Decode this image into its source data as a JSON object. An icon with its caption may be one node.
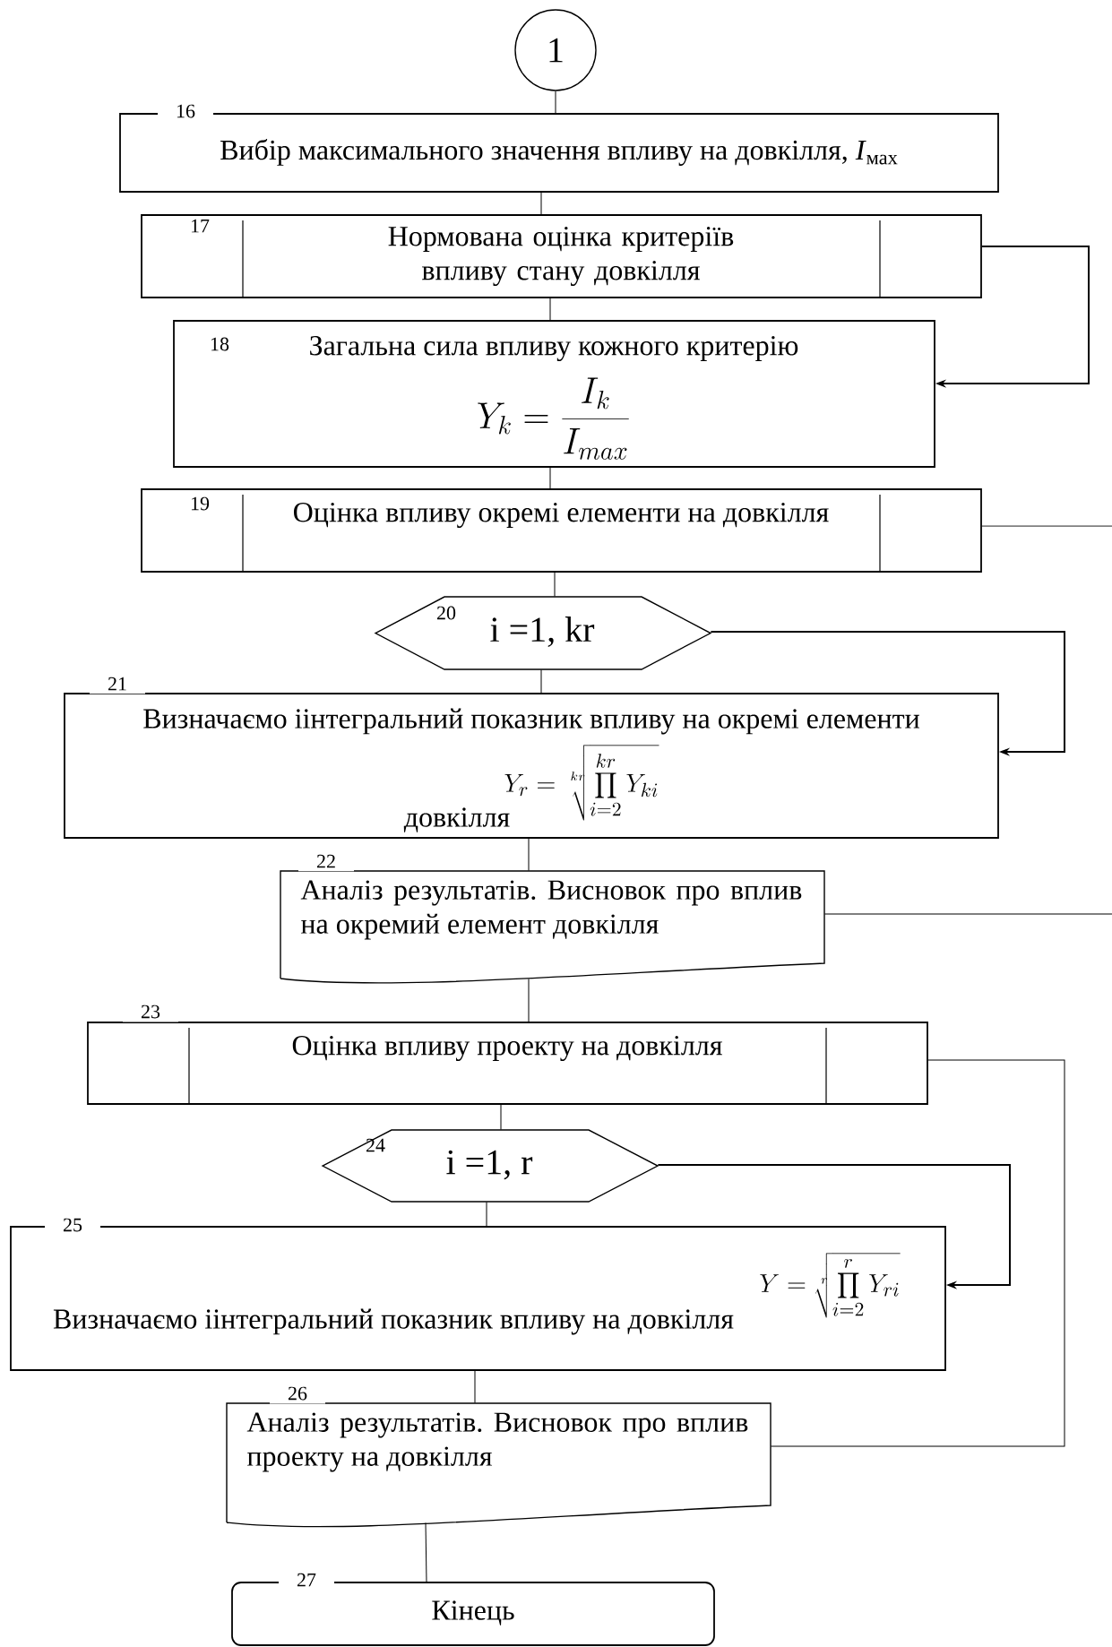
{
  "diagram": {
    "nodes": [
      {
        "text": [
          "1"
        ]
      },
      {
        "text": [
          "Вибір максимального значення впливу на довкілля, *I*$_{мах}$"
        ],
        "beside": [
          "16"
        ]
      },
      {
        "text": [
          "17",
          "Нормована оцінка критеріїв впливу стану довкілля"
        ]
      },
      {
        "text": [
          "18",
          "Загальна сила впливу кожного критерію",
          "Y_k = \\frac{I_k}{I_{max}}"
        ]
      },
      {
        "text": [
          "19",
          "Оцінка впливу окремі елементи на довкілля"
        ]
      },
      {
        "text": [
          "20",
          "i =1, kr"
        ]
      },
      {
        "text": [
          "Визначаємо іінтегральний показник впливу на окремі елементи",
          "Y_r = \\sqrt[kr]{\\prod_{i=2}^{kr} Y_{ki}}",
          "довкілля"
        ],
        "beside": [
          "21"
        ]
      },
      {
        "text": [
          "Аналіз результатів. Висновок про вплив на окремий елемент довкілля"
        ],
        "beside": [
          "22"
        ]
      },
      {
        "text": [
          "Оцінка впливу проекту на довкілля"
        ],
        "beside": [
          "23"
        ]
      },
      {
        "text": [
          "24",
          "i =1, r"
        ]
      },
      {
        "text": [
          "Y = \\sqrt[r]{\\prod_{i=2}^{r} Y_{ri}}",
          "Визначаємо іінтегральний показник впливу на довкілля"
        ],
        "beside": [
          "25"
        ]
      },
      {
        "text": [
          "Аналіз результатів. Висновок про вплив проекту на довкілля"
        ],
        "beside": [
          "26"
        ]
      },
      {
        "text": [
          "Кінець"
        ],
        "beside": [
          "27"
        ]
      }
    ],
    "edges": [
      {
        "from": 0,
        "to": 1,
        "arrow": "none"
      },
      {
        "from": 1,
        "to": 2,
        "arrow": "none"
      },
      {
        "from": 2,
        "to": 3,
        "arrow": "none"
      },
      {
        "from": 2,
        "to": 3,
        "arrow": "to"
      },
      {
        "from": 3,
        "to": 4,
        "arrow": "none"
      },
      {
        "from": 4,
        "to": null,
        "arrow": "none"
      },
      {
        "from": 4,
        "to": 5,
        "arrow": "none"
      },
      {
        "from": 5,
        "to": 6,
        "arrow": "none"
      },
      {
        "from": 5,
        "to": 6,
        "arrow": "to"
      },
      {
        "from": 6,
        "to": 7,
        "arrow": "none"
      },
      {
        "from": 7,
        "to": null,
        "arrow": "none"
      },
      {
        "from": 7,
        "to": 8,
        "arrow": "none"
      },
      {
        "from": 8,
        "to": 9,
        "arrow": "none"
      },
      {
        "from": 8,
        "to": 11,
        "arrow": "none"
      },
      {
        "from": 9,
        "to": 10,
        "arrow": "none"
      },
      {
        "from": 9,
        "to": 10,
        "arrow": "to"
      },
      {
        "from": 10,
        "to": 11,
        "arrow": "none"
      },
      {
        "from": 11,
        "to": 12,
        "arrow": "none"
      }
    ]
  }
}
